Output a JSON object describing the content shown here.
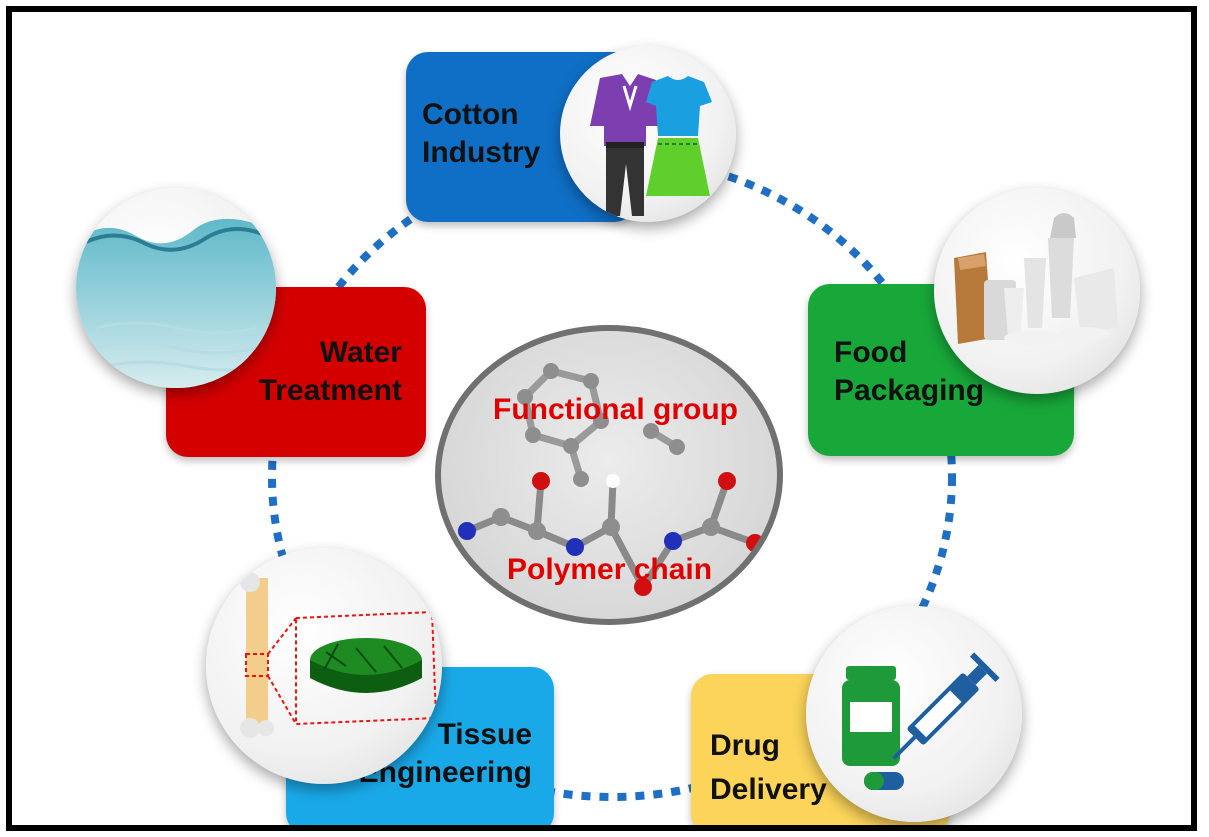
{
  "colors": {
    "cotton": "#0f6fc6",
    "food": "#18a83a",
    "drug": "#fcd45a",
    "tissue": "#1aa9e8",
    "water": "#d40000",
    "ring": "#1f6fc4",
    "center_text": "#e00000"
  },
  "applications": {
    "cotton": {
      "line1": "Cotton",
      "line2": "Industry",
      "icon": "clothing-icon"
    },
    "food": {
      "line1": "Food",
      "line2": "Packaging",
      "icon": "packaging-icon"
    },
    "drug": {
      "line1": "Drug",
      "line2": "Delivery",
      "icon": "medicine-syringe-icon"
    },
    "tissue": {
      "line1": "Tissue",
      "line2": "Engineering",
      "icon": "bone-scaffold-icon"
    },
    "water": {
      "line1": "Water",
      "line2": "Treatment",
      "icon": "water-icon"
    }
  },
  "center": {
    "functional_group": "Functional group",
    "polymer_chain": "Polymer chain"
  }
}
